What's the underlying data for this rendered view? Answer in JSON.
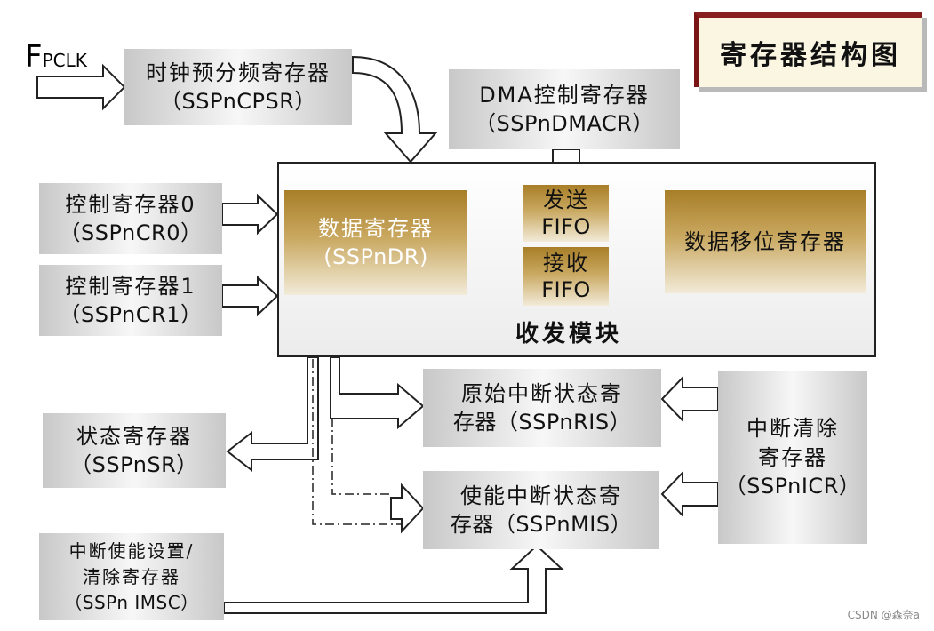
{
  "title": "寄存器结构图",
  "fpclk": {
    "main": "F",
    "sub": "PCLK"
  },
  "prescale": {
    "name": "时钟预分频寄存器",
    "code": "（SSPnCPSR）"
  },
  "dma": {
    "name": "DMA控制寄存器",
    "code": "（SSPnDMACR）"
  },
  "cr0": {
    "name": "控制寄存器0",
    "code": "（SSPnCR0）"
  },
  "cr1": {
    "name": "控制寄存器1",
    "code": "（SSPnCR1）"
  },
  "dr": {
    "name": "数据寄存器",
    "code": "(SSPnDR)"
  },
  "tx_fifo": {
    "l1": "发送",
    "l2": "FIFO"
  },
  "rx_fifo": {
    "l1": "接收",
    "l2": "FIFO"
  },
  "shift": {
    "name": "数据移位寄存器"
  },
  "module_label": "收发模块",
  "sr": {
    "name": "状态寄存器",
    "code": "（SSPnSR）"
  },
  "ris": {
    "l1": "原始中断状态寄",
    "l2": "存器（SSPnRIS）"
  },
  "mis": {
    "l1": "使能中断状态寄",
    "l2": "存器（SSPnMIS）"
  },
  "icr": {
    "l1": "中断清除",
    "l2": "寄存器",
    "code": "（SSPnICR）"
  },
  "imsc": {
    "l1": "中断使能设置/",
    "l2": "清除寄存器",
    "code": "（SSPn IMSC）"
  },
  "watermark": "CSDN @森奈a"
}
